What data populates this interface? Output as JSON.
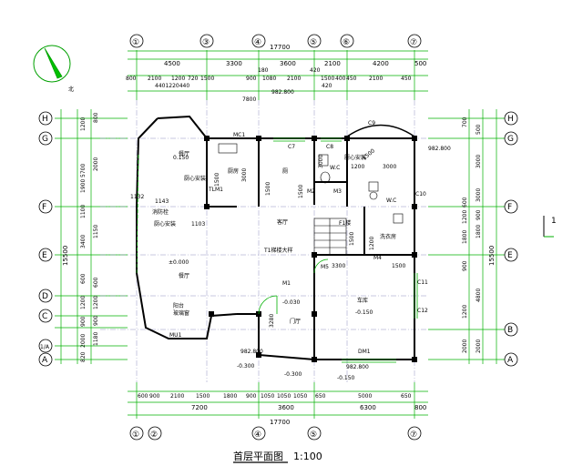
{
  "title": "首层平面图",
  "scale": "1:100",
  "north_label": "北",
  "section_mark": "1",
  "top_overall": "17700",
  "bottom_overall": "17700",
  "left_overall": "15500",
  "right_overall": "15500",
  "grid_top": [
    "①",
    "③",
    "④",
    "⑤",
    "⑥",
    "⑦"
  ],
  "grid_bottom": [
    "①",
    "②",
    "④",
    "⑤",
    "⑦"
  ],
  "grid_left": [
    "H",
    "G",
    "F",
    "E",
    "D",
    "C",
    "1/A",
    "A"
  ],
  "grid_right": [
    "H",
    "G",
    "F",
    "E",
    "B",
    "A"
  ],
  "top_row1": [
    "4500",
    "3300",
    "3600",
    "2100",
    "4200",
    "500"
  ],
  "top_row2": [
    "800",
    "2100",
    "1200",
    "720",
    "1500",
    "900",
    "1080",
    "2100",
    "1500",
    "450",
    "2100",
    "450"
  ],
  "top_row3": [
    "180",
    "420",
    "4401220440",
    "7800",
    "420",
    "400"
  ],
  "bottom_row1": [
    "600",
    "900",
    "2100",
    "1500",
    "1800",
    "900",
    "1050",
    "1050",
    "1050",
    "650",
    "5000",
    "650"
  ],
  "bottom_row2": [
    "7200",
    "3600",
    "6300",
    "800"
  ],
  "bottom_row3": [
    "17700"
  ],
  "left_row1": [
    "1200",
    "5700",
    "1900",
    "1100",
    "3400",
    "600",
    "1200",
    "900",
    "2000",
    "820"
  ],
  "left_row2": [
    "800",
    "2000",
    "1150",
    "600",
    "1200",
    "900",
    "1180"
  ],
  "right_row1": [
    "500",
    "3000",
    "3000",
    "900",
    "4800",
    "1800",
    "2000"
  ],
  "right_row2": [
    "700",
    "600",
    "1200",
    "1800",
    "900",
    "1200",
    "2000"
  ],
  "rooms": [
    {
      "name": "餐厅"
    },
    {
      "name": "厨房"
    },
    {
      "name": "厕"
    },
    {
      "name": "客厅"
    },
    {
      "name": "门厅"
    },
    {
      "name": "车库"
    },
    {
      "name": "洗衣房"
    },
    {
      "name": "W.C"
    },
    {
      "name": "W.C"
    },
    {
      "name": "厨心安装"
    },
    {
      "name": "厨心安装"
    },
    {
      "name": "厨心安装"
    },
    {
      "name": "F1楼"
    },
    {
      "name": "T1梯楼大样"
    },
    {
      "name": "阳台"
    },
    {
      "name": "餐厅"
    },
    {
      "name": "玻璃窗"
    },
    {
      "name": "消防栓"
    }
  ],
  "elevations": [
    "±0.000",
    "-0.030",
    "-0.150",
    "-0.150",
    "-0.300",
    "-0.300",
    "982.800",
    "982.800",
    "982.800",
    "982.800",
    "0.150"
  ],
  "marks": [
    "MC1",
    "C7",
    "C8",
    "C9",
    "C10",
    "C11",
    "C12",
    "M1",
    "M2",
    "M3",
    "M4",
    "M5",
    "MU1",
    "DM1",
    "TLM1",
    "1132",
    "1103",
    "1143",
    "1200",
    "1500",
    "3000",
    "3000",
    "1500",
    "3280",
    "1500",
    "1200",
    "3300",
    "1500",
    "1500",
    "3000",
    "1500"
  ]
}
